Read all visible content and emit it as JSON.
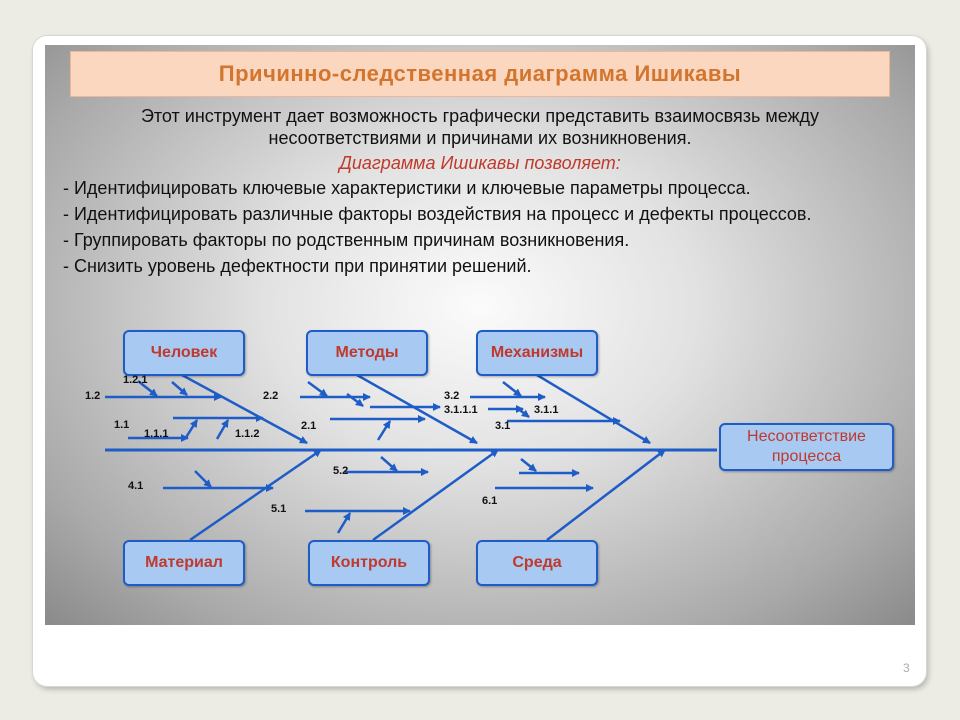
{
  "slide": {
    "title": "Причинно-следственная диаграмма Ишикавы",
    "intro": "Этот инструмент дает возможность графически представить взаимосвязь между несоответствиями и причинами их возникновения.",
    "subheading": "Диаграмма Ишикавы позволяет:",
    "bullets": [
      "- Идентифицировать ключевые характеристики и ключевые параметры процесса.",
      "- Идентифицировать различные факторы воздействия на процесс и дефекты процессов.",
      "- Группировать факторы по родственным причинам возникновения.",
      "- Снизить уровень дефектности при принятии решений."
    ],
    "page_number": "3"
  },
  "diagram": {
    "effect": "Несоответствие процесса",
    "categories": [
      "Человек",
      "Методы",
      "Механизмы",
      "Материал",
      "Контроль",
      "Среда"
    ],
    "branch_labels": [
      "1.2",
      "1.2.1",
      "1.1",
      "1.1.1",
      "1.1.2",
      "2.2",
      "2.1",
      "3.2",
      "3.1.1.1",
      "3.1.1",
      "3.1",
      "4.1",
      "5.2",
      "5.1",
      "6.1"
    ]
  },
  "colors": {
    "title_text": "#d1752f",
    "title_bg": "#fbd7bf",
    "accent_red": "#c0392b",
    "box_fill": "#a7c9f2",
    "arrow_blue": "#1e5cc7"
  }
}
